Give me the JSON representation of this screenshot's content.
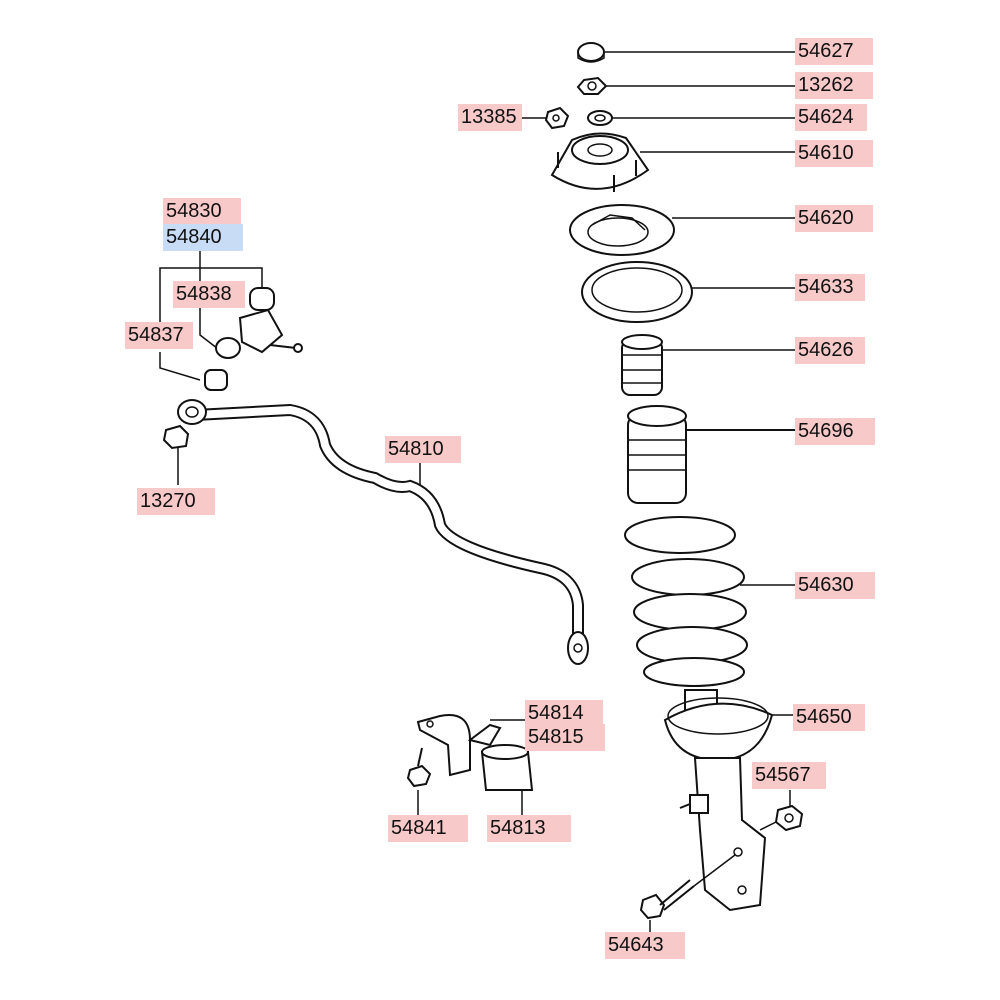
{
  "labels": [
    {
      "id": "54627",
      "text": "54627",
      "hl": "pink"
    },
    {
      "id": "13262",
      "text": "13262",
      "hl": "pink"
    },
    {
      "id": "13385",
      "text": "13385",
      "hl": "pink"
    },
    {
      "id": "54624",
      "text": "54624",
      "hl": "pink"
    },
    {
      "id": "54610",
      "text": "54610",
      "hl": "pink"
    },
    {
      "id": "54620",
      "text": "54620",
      "hl": "pink"
    },
    {
      "id": "54633",
      "text": "54633",
      "hl": "pink"
    },
    {
      "id": "54626",
      "text": "54626",
      "hl": "pink"
    },
    {
      "id": "54696",
      "text": "54696",
      "hl": "pink"
    },
    {
      "id": "54630",
      "text": "54630",
      "hl": "pink"
    },
    {
      "id": "54650",
      "text": "54650",
      "hl": "pink"
    },
    {
      "id": "54567",
      "text": "54567",
      "hl": "pink"
    },
    {
      "id": "54643",
      "text": "54643",
      "hl": "pink"
    },
    {
      "id": "54830",
      "text": "54830",
      "hl": "pink"
    },
    {
      "id": "54840",
      "text": "54840",
      "hl": "blue"
    },
    {
      "id": "54838",
      "text": "54838",
      "hl": "pink"
    },
    {
      "id": "54837",
      "text": "54837",
      "hl": "pink"
    },
    {
      "id": "13270",
      "text": "13270",
      "hl": "pink"
    },
    {
      "id": "54810",
      "text": "54810",
      "hl": "pink"
    },
    {
      "id": "54814",
      "text": "54814",
      "hl": "pink"
    },
    {
      "id": "54815",
      "text": "54815",
      "hl": "pink"
    },
    {
      "id": "54841",
      "text": "54841",
      "hl": "pink"
    },
    {
      "id": "54813",
      "text": "54813",
      "hl": "pink"
    }
  ]
}
